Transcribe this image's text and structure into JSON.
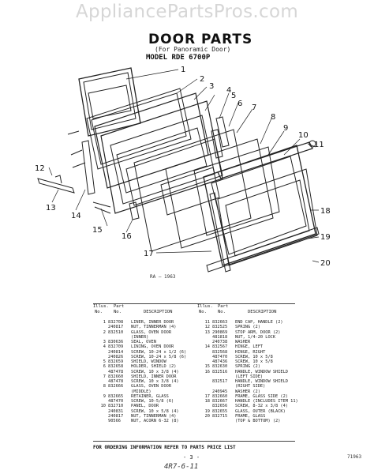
{
  "watermark": "AppliancePartsPros.com",
  "header": {
    "title": "DOOR PARTS",
    "subtitle": "(For Panoramic Door)",
    "model": "MODEL RDE 6700P"
  },
  "diagram": {
    "callouts": [
      "1",
      "2",
      "3",
      "4",
      "5",
      "6",
      "7",
      "8",
      "9",
      "10",
      "11",
      "12",
      "13",
      "14",
      "15",
      "16",
      "17",
      "18",
      "19",
      "20"
    ],
    "ref_code": "RA — 1963"
  },
  "table": {
    "headers": {
      "illus": "Illus.",
      "no": "No.",
      "part": "Part",
      "part_no": "No.",
      "description": "DESCRIPTION"
    },
    "left_rows": [
      {
        "no": "1",
        "part": "832708",
        "desc": "LINER, INNER DOOR"
      },
      {
        "no": "",
        "part": "240817",
        "desc": "NUT, TINNERMAN (4)"
      },
      {
        "no": "2",
        "part": "832510",
        "desc": "GLASS, OVEN DOOR"
      },
      {
        "no": "",
        "part": "",
        "desc": "(INNER)"
      },
      {
        "no": "3",
        "part": "830636",
        "desc": "SEAL, OVEN"
      },
      {
        "no": "4",
        "part": "832709",
        "desc": "LINING, OVEN DOOR"
      },
      {
        "no": "",
        "part": "240814",
        "desc": "SCREW, 10-24 x 1/2 (6)"
      },
      {
        "no": "",
        "part": "240826",
        "desc": "SCREW, 10-24 x 5/8 (6)"
      },
      {
        "no": "5",
        "part": "832659",
        "desc": "SHIELD, WINDOW"
      },
      {
        "no": "6",
        "part": "832658",
        "desc": "HOLDER, SHIELD (2)"
      },
      {
        "no": "",
        "part": "487478",
        "desc": "SCREW, 10 x 3/8 (4)"
      },
      {
        "no": "7",
        "part": "832660",
        "desc": "SHIELD, INNER DOOR"
      },
      {
        "no": "",
        "part": "487478",
        "desc": "SCREW, 10 x 3/8 (4)"
      },
      {
        "no": "8",
        "part": "832666",
        "desc": "GLASS, OVEN DOOR"
      },
      {
        "no": "",
        "part": "",
        "desc": "(MIDDLE)"
      },
      {
        "no": "9",
        "part": "832665",
        "desc": "RETAINER, GLASS"
      },
      {
        "no": "",
        "part": "487470",
        "desc": "SCREW, 10-5/8 (6)"
      },
      {
        "no": "10",
        "part": "832710",
        "desc": "PANEL, DOOR"
      },
      {
        "no": "",
        "part": "240831",
        "desc": "SCREW, 10 x 5/8 (4)"
      },
      {
        "no": "",
        "part": "240817",
        "desc": "NUT, TINNERMAN (4)"
      },
      {
        "no": "",
        "part": "90566",
        "desc": "NUT, ACORN 6-32 (8)"
      }
    ],
    "right_rows": [
      {
        "no": "11",
        "part": "832663",
        "desc": "END CAP, HANDLE (2)"
      },
      {
        "no": "12",
        "part": "832525",
        "desc": "SPRING (2)"
      },
      {
        "no": "13",
        "part": "290869",
        "desc": "STOP ARM, DOOR (2)"
      },
      {
        "no": "",
        "part": "481818",
        "desc": "NUT, 1/4-20 LOCK"
      },
      {
        "no": "",
        "part": "240738",
        "desc": "WASHER"
      },
      {
        "no": "14",
        "part": "832567",
        "desc": "HINGE, LEFT"
      },
      {
        "no": "",
        "part": "832568",
        "desc": "HINGE, RIGHT"
      },
      {
        "no": "",
        "part": "487470",
        "desc": "SCREW, 10 x 5/8"
      },
      {
        "no": "",
        "part": "487436",
        "desc": "SCREW, 10 x 5/8"
      },
      {
        "no": "15",
        "part": "832630",
        "desc": "SPRING (2)"
      },
      {
        "no": "16",
        "part": "832516",
        "desc": "HANDLE, WINDOW SHIELD"
      },
      {
        "no": "",
        "part": "",
        "desc": "(LEFT SIDE)"
      },
      {
        "no": "",
        "part": "832517",
        "desc": "HANDLE, WINDOW SHIELD"
      },
      {
        "no": "",
        "part": "",
        "desc": "(RIGHT SIDE)"
      },
      {
        "no": "",
        "part": "240945",
        "desc": "WASHER (2)"
      },
      {
        "no": "17",
        "part": "832660",
        "desc": "FRAME, GLASS SIDE (2)"
      },
      {
        "no": "18",
        "part": "832667",
        "desc": "HANDLE (INCLUDES ITEM 11)"
      },
      {
        "no": "",
        "part": "832656",
        "desc": "SCREW, 8-32 x 3/8 (4)"
      },
      {
        "no": "19",
        "part": "832655",
        "desc": "GLASS, OUTER (BLACK)"
      },
      {
        "no": "20",
        "part": "832715",
        "desc": "FRAME, GLASS"
      },
      {
        "no": "",
        "part": "",
        "desc": "(TOP & BOTTOM) (2)"
      }
    ]
  },
  "footer": {
    "note": "FOR ORDERING INFORMATION REFER TO PARTS PRICE LIST",
    "page": "- 3 -",
    "handwritten": "4R7-6-11",
    "code": "71963"
  }
}
